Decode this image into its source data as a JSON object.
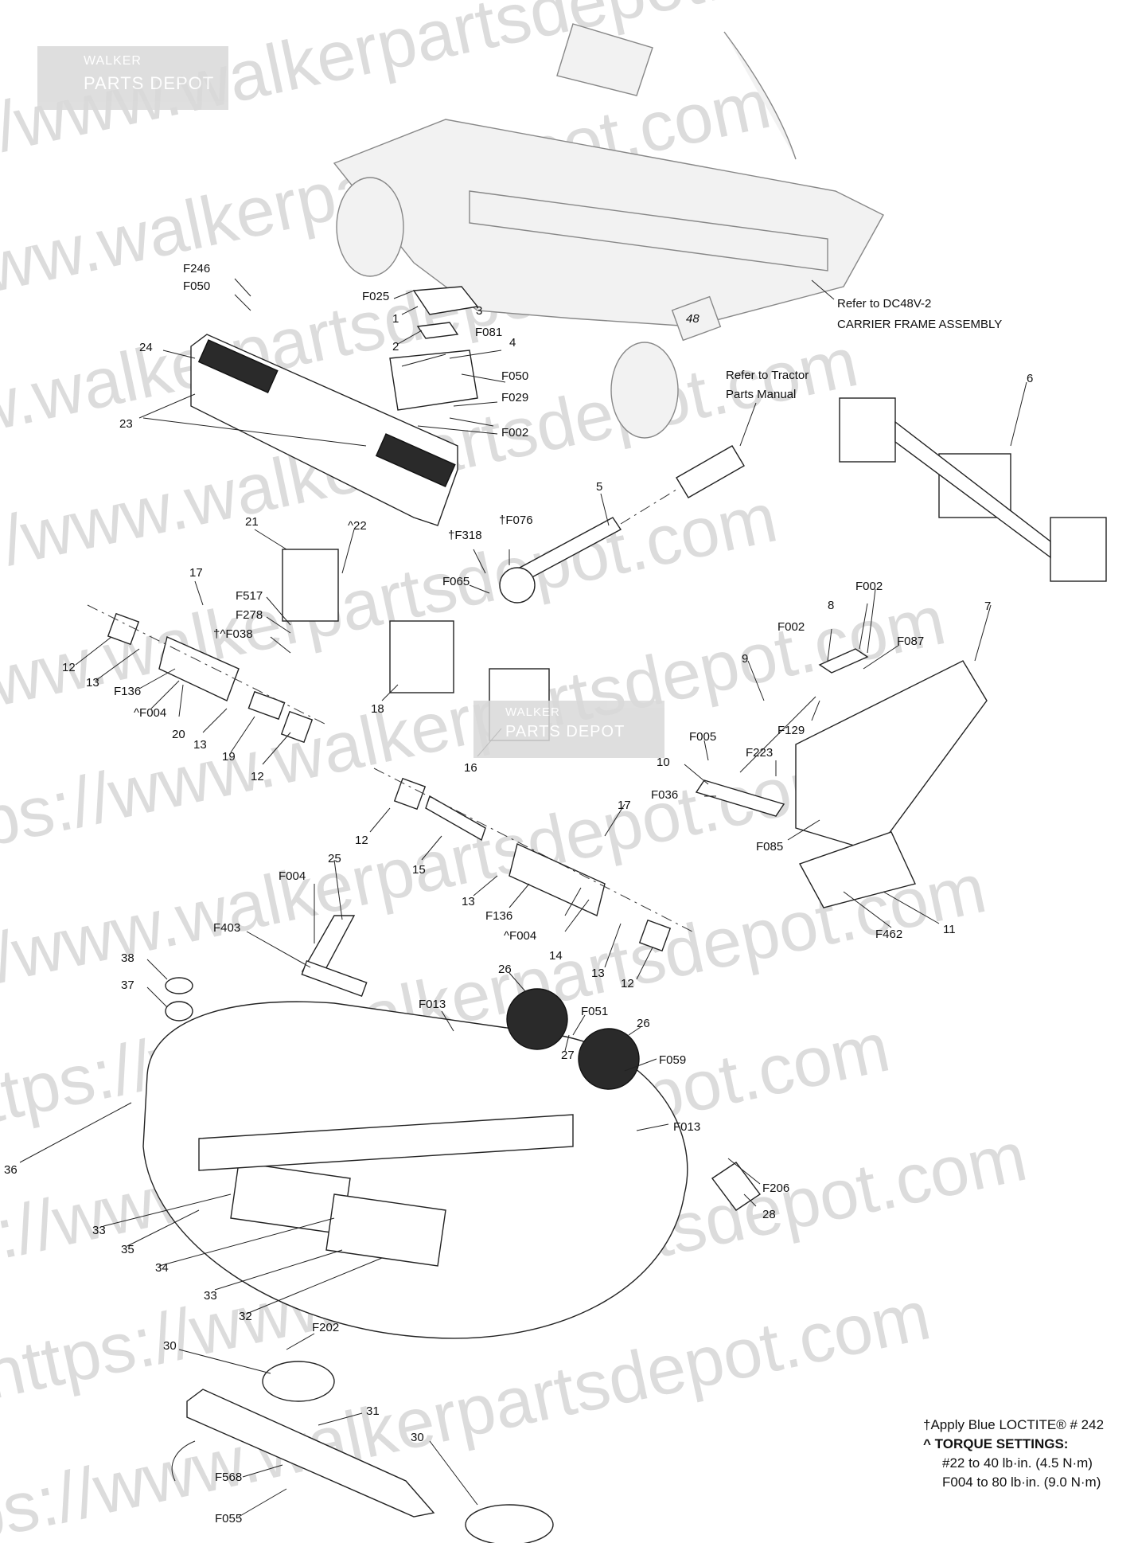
{
  "watermark": {
    "lines": [
      "https://www.walkerpartsdepot.com",
      "https://www.walkerpartsdepot.com",
      "https://www.walkerpartsdepot.com",
      "https://www.walkerpartsdepot.com",
      "https://www.walkerpartsdepot.com",
      "https://www.walkerpartsdepot.com",
      "https://www.walkerpartsdepot.com",
      "https://www.walkerpartsdepot.com",
      "https://www.walkerpartsdepot.com",
      "https://www.walkerpartsdepot.com",
      "https://www.walkerpartsdepot.com"
    ],
    "logo_top": "WALKER",
    "logo_bottom": "PARTS DEPOT"
  },
  "references": {
    "carrier_line1": "Refer to DC48V-2",
    "carrier_line2": "CARRIER FRAME ASSEMBLY",
    "tractor_line1": "Refer to Tractor",
    "tractor_line2": "Parts Manual",
    "frame_badge": "48"
  },
  "callouts": [
    "F246",
    "F050",
    "F025",
    "1",
    "3",
    "2",
    "F081",
    "4",
    "F050",
    "F029",
    "F002",
    "24",
    "23",
    "5",
    "6",
    "21",
    "^22",
    "†F318",
    "†F076",
    "F065",
    "17",
    "F517",
    "F278",
    "†^F038",
    "12",
    "13",
    "F136",
    "^F004",
    "20",
    "13",
    "19",
    "12",
    "18",
    "16",
    "F002",
    "8",
    "F002",
    "F087",
    "7",
    "9",
    "F129",
    "F005",
    "F223",
    "10",
    "F036",
    "12",
    "15",
    "17",
    "F085",
    "13",
    "F136",
    "^F004",
    "14",
    "13",
    "12",
    "11",
    "F462",
    "F004",
    "25",
    "F403",
    "38",
    "37",
    "26",
    "F013",
    "F051",
    "26",
    "27",
    "F059",
    "F013",
    "36",
    "F206",
    "28",
    "33",
    "35",
    "34",
    "33",
    "32",
    "F202",
    "30",
    "31",
    "30",
    "F568",
    "F055"
  ],
  "notes": {
    "loctite": "†Apply Blue LOCTITE® # 242",
    "torque_header": "^ TORQUE SETTINGS:",
    "torque_1": "#22 to 40 lb·in. (4.5 N·m)",
    "torque_2": "F004 to 80 lb·in. (9.0 N·m)"
  }
}
